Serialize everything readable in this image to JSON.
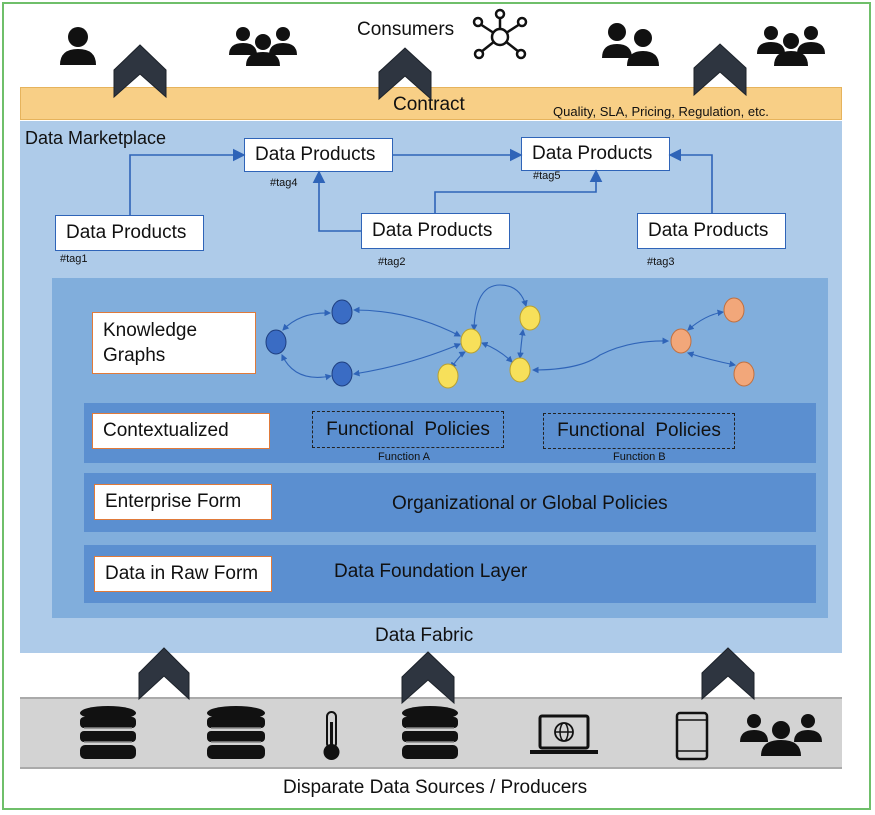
{
  "consumers_label": "Consumers",
  "contract": {
    "label": "Contract",
    "note": "Quality, SLA, Pricing, Regulation, etc."
  },
  "marketplace_label": "Data Marketplace",
  "data_products": [
    {
      "label": "Data Products",
      "tag": "#tag1"
    },
    {
      "label": "Data Products",
      "tag": "#tag4"
    },
    {
      "label": "Data Products",
      "tag": "#tag2"
    },
    {
      "label": "Data Products",
      "tag": "#tag5"
    },
    {
      "label": "Data Products",
      "tag": "#tag3"
    }
  ],
  "layers": {
    "knowledge_graphs": "Knowledge Graphs",
    "knowledge_graphs_line1": "Knowledge",
    "knowledge_graphs_line2": "Graphs",
    "contextualized": "Contextualized",
    "functional_policies": [
      {
        "label": "Functional  Policies",
        "function": "Function A"
      },
      {
        "label": "Functional  Policies",
        "function": "Function B"
      }
    ],
    "enterprise_form": "Enterprise Form",
    "organizational_policies": "Organizational or Global Policies",
    "raw_form": "Data in Raw Form",
    "foundation": "Data Foundation Layer"
  },
  "fabric_label": "Data Fabric",
  "sources_label": "Disparate Data Sources / Producers",
  "colors": {
    "contract": "#f8cf86",
    "fabric": "#aecbe9",
    "inner": "#81aedc",
    "band": "#5b8fd0",
    "node_blue": "#3a6cc4",
    "node_yellow": "#f7e05a",
    "node_orange": "#f2a77a",
    "arrow": "#2f64b8",
    "frame": "#6fbf6a"
  },
  "icons": {
    "consumers": [
      "person-icon",
      "group-icon",
      "network-icon",
      "pair-icon",
      "group-icon"
    ],
    "sources": [
      "database-icon",
      "database-icon",
      "thermometer-icon",
      "database-icon",
      "laptop-globe-icon",
      "phone-icon",
      "group-icon"
    ]
  }
}
